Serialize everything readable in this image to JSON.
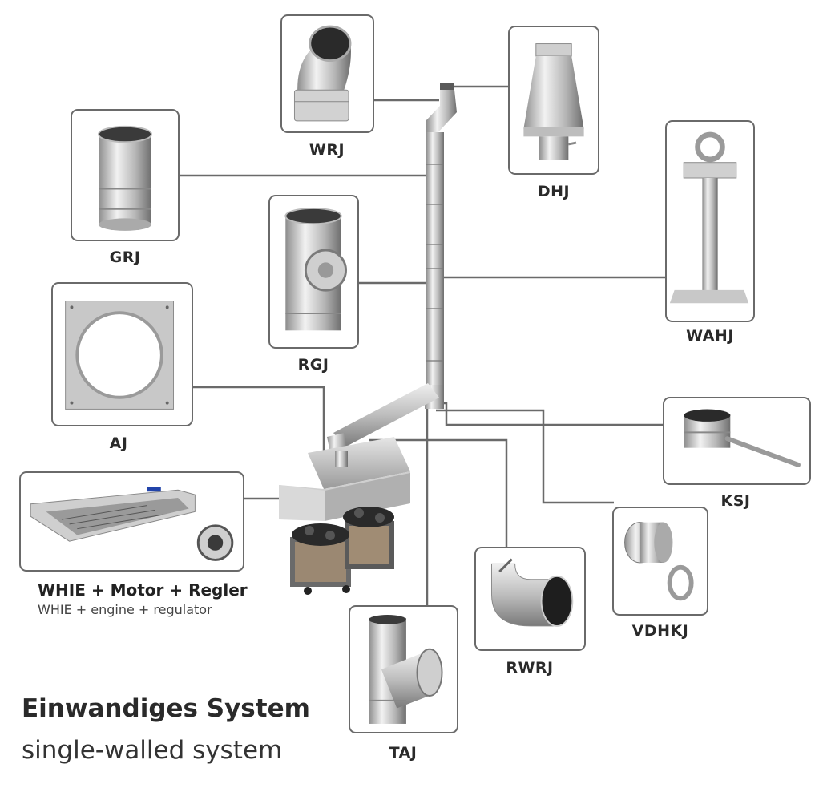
{
  "title": {
    "de": "Einwandiges System",
    "en": "single-walled system"
  },
  "components": {
    "wrj": "WRJ",
    "dhj": "DHJ",
    "grj": "GRJ",
    "rgj": "RGJ",
    "wahj": "WAHJ",
    "aj": "AJ",
    "ksj": "KSJ",
    "vdhkj": "VDHKJ",
    "rwrj": "RWRJ",
    "taj": "TAJ"
  },
  "whie": {
    "de": "WHIE + Motor + Regler",
    "en": "WHIE + engine + regulator"
  },
  "colors": {
    "border": "#6a6a6a",
    "steel_light": "#e4e4e4",
    "steel_dark": "#8a8a8a",
    "text": "#2a2a2a"
  }
}
